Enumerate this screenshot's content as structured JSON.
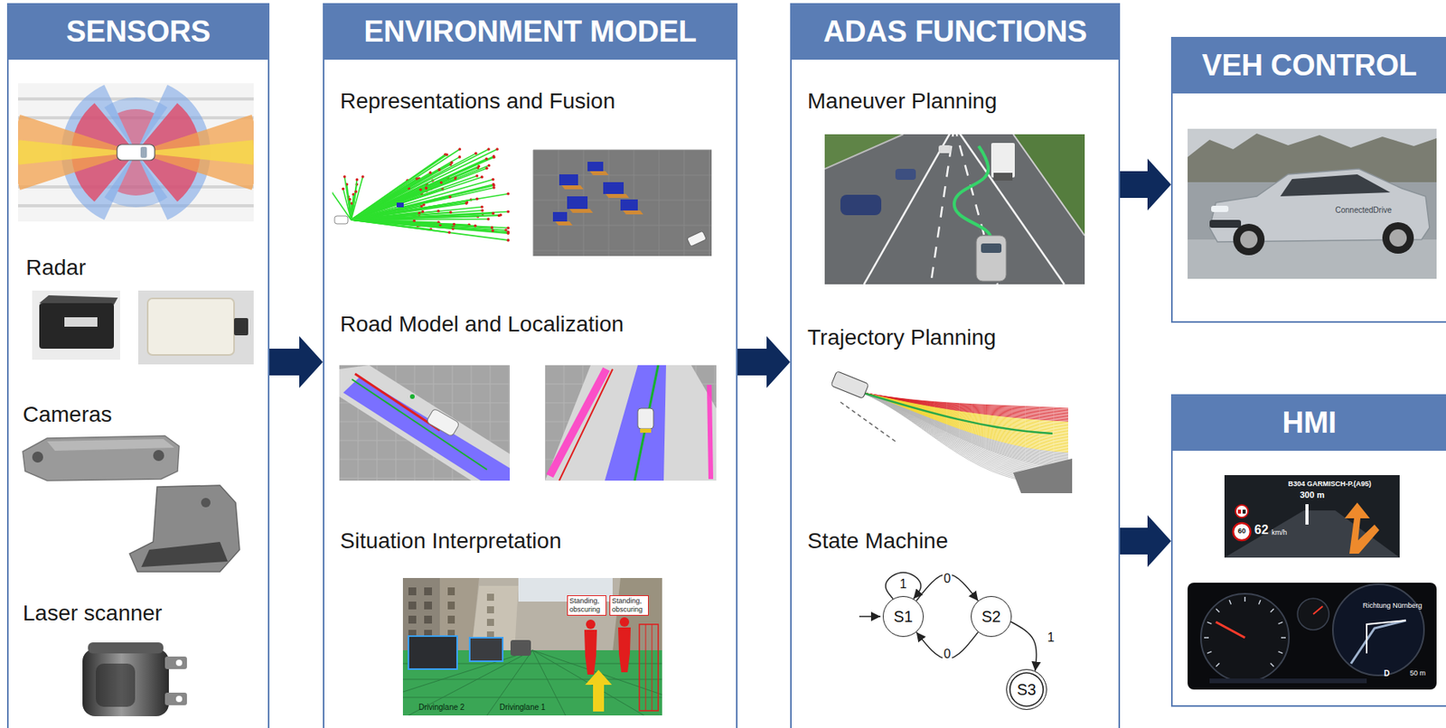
{
  "diagram": {
    "nodes": [
      {
        "text": [
          "SENSORS",
          "Radar",
          "Cameras",
          "Laser scanner"
        ]
      },
      {
        "text": [
          "ENVIRONMENT MODEL",
          "Representations and Fusion",
          "Road Model and Localization",
          "Situation Interpretation"
        ]
      },
      {
        "text": [
          "ADAS FUNCTIONS",
          "Maneuver Planning",
          "Trajectory Planning",
          "State Machine"
        ]
      },
      {
        "text": [
          "S1"
        ],
        "in": 2
      },
      {
        "text": [
          "S2"
        ],
        "in": 2
      },
      {
        "text": [
          "S3"
        ],
        "in": 2
      },
      {
        "text": [
          "VEH CONTROL"
        ]
      },
      {
        "text": [
          "HMI"
        ]
      }
    ],
    "edges": [
      {
        "from": 0,
        "to": 1,
        "arrow": "to"
      },
      {
        "from": 1,
        "to": 2,
        "arrow": "to"
      },
      {
        "from": 2,
        "to": 6,
        "arrow": "to"
      },
      {
        "from": 2,
        "to": 7,
        "arrow": "to"
      },
      {
        "from": 3,
        "to": 3,
        "arrow": "to",
        "label": "1"
      },
      {
        "from": 3,
        "to": 4,
        "arrow": "to",
        "label": "0"
      },
      {
        "from": 4,
        "to": 3,
        "arrow": "to",
        "label": "0"
      },
      {
        "from": 4,
        "to": 5,
        "arrow": "to",
        "label": "1"
      }
    ],
    "labels": [
      "Standing, obscuring",
      "Standing, obscuring",
      "Drivinglane 2",
      "Drivinglane 1",
      "B304 GARMISCH-P.(A95)",
      "300 m",
      "60",
      "62",
      "km/h",
      "ConnectedDrive",
      "Richtung Nürnberg",
      "50 m",
      "D"
    ]
  }
}
